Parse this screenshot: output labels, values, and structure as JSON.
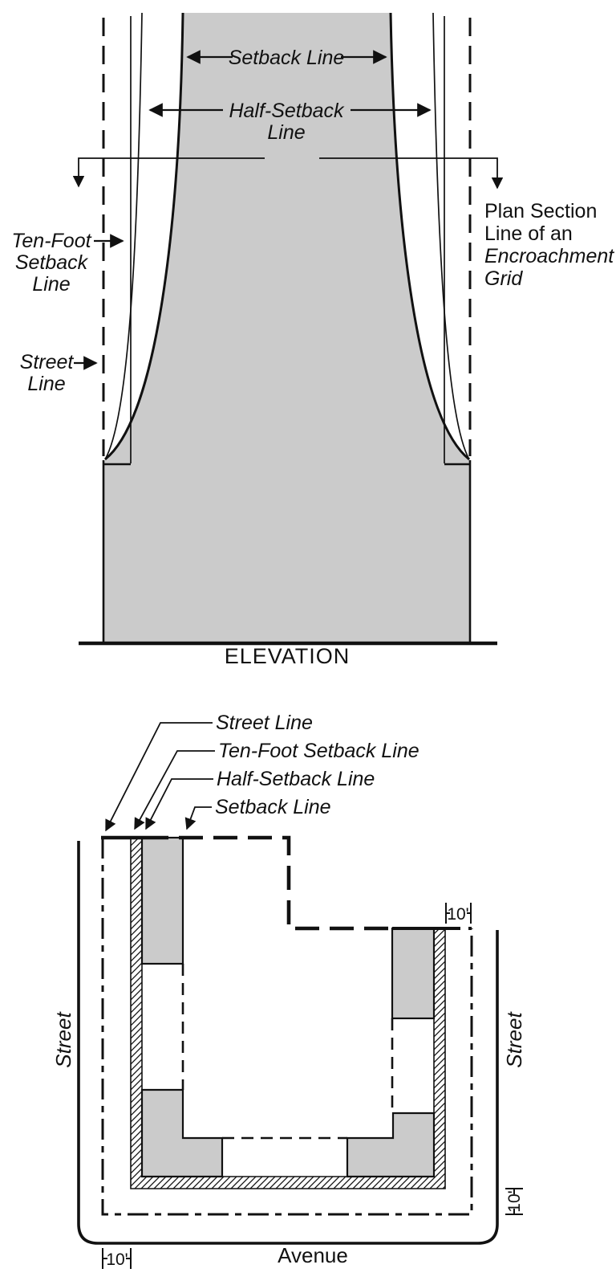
{
  "colors": {
    "building_gray": "#cbcbcb",
    "line_black": "#111111",
    "background": "#ffffff"
  },
  "elevation": {
    "setback_label": "Setback Line",
    "half_setback_label_line1": "Half-Setback",
    "half_setback_label_line2": "Line",
    "ten_foot_label_line1": "Ten-Foot",
    "ten_foot_label_line2": "Setback",
    "ten_foot_label_line3": "Line",
    "street_label_line1": "Street",
    "street_label_line2": "Line",
    "plan_section_line1": "Plan Section",
    "plan_section_line2": "Line of an",
    "plan_section_line3": "Encroachment",
    "plan_section_line4": "Grid",
    "caption": "ELEVATION"
  },
  "plan": {
    "leader_street_line": "Street Line",
    "leader_ten_foot_setback": "Ten-Foot Setback Line",
    "leader_half_setback": "Half-Setback Line",
    "leader_setback": "Setback Line",
    "street_left": "Street",
    "street_right": "Street",
    "avenue": "Avenue",
    "dim_top_right": "10'",
    "dim_bottom_right": "10'",
    "dim_bottom_left": "10'"
  }
}
